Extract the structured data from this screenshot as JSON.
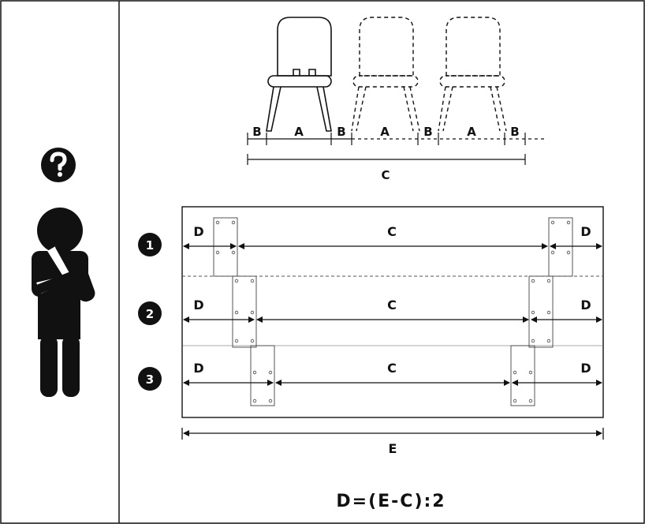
{
  "colors": {
    "ink": "#111111",
    "bg": "#ffffff",
    "thin": "#555555"
  },
  "icons": {
    "help": "question-circle-icon",
    "person": "thinking-person-icon",
    "chair": "chair-icon"
  },
  "chair_row": {
    "labels": [
      "B",
      "A",
      "B",
      "A",
      "B",
      "A",
      "B"
    ],
    "total": "C"
  },
  "table": {
    "rows": [
      {
        "number": "1",
        "left": "D",
        "middle": "C",
        "right": "D"
      },
      {
        "number": "2",
        "left": "D",
        "middle": "C",
        "right": "D"
      },
      {
        "number": "3",
        "left": "D",
        "middle": "C",
        "right": "D"
      }
    ],
    "width_label": "E"
  },
  "formula": "D=(E-C):2"
}
